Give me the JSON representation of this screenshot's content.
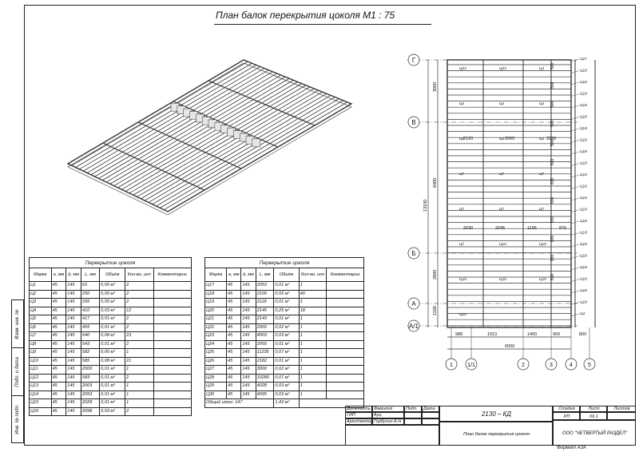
{
  "title": "План балок перекрытия цоколя  М1 : 75",
  "side_labels": [
    "Инв. № подл.",
    "Подп. и дата",
    "Взам. инв. №"
  ],
  "table1": {
    "caption": "Перекрытие цоколя",
    "headers": [
      "Марка",
      "a, мм",
      "b, мм",
      "L, мм",
      "Объём",
      "Кол-во, шт",
      "Комментарии"
    ],
    "rows": [
      [
        "Ц1",
        "45",
        "145",
        "65",
        "0,00 м³",
        "2",
        ""
      ],
      [
        "Ц2",
        "45",
        "145",
        "250",
        "0,00 м³",
        "2",
        ""
      ],
      [
        "Ц3",
        "45",
        "145",
        "295",
        "0,00 м³",
        "2",
        ""
      ],
      [
        "Ц4",
        "45",
        "145",
        "410",
        "0,03 м³",
        "12",
        ""
      ],
      [
        "Ц5",
        "45",
        "145",
        "417",
        "0,01 м³",
        "2",
        ""
      ],
      [
        "Ц6",
        "45",
        "145",
        "455",
        "0,01 м³",
        "2",
        ""
      ],
      [
        "Ц7",
        "45",
        "145",
        "540",
        "0,08 м³",
        "23",
        ""
      ],
      [
        "Ц8",
        "45",
        "145",
        "543",
        "0,01 м³",
        "2",
        ""
      ],
      [
        "Ц9",
        "45",
        "145",
        "582",
        "0,00 м³",
        "1",
        ""
      ],
      [
        "Ц10",
        "45",
        "145",
        "585",
        "0,08 м³",
        "21",
        ""
      ],
      [
        "Ц11",
        "45",
        "145",
        "2000",
        "0,01 м³",
        "1",
        ""
      ],
      [
        "Ц12",
        "45",
        "145",
        "583",
        "0,01 м³",
        "2",
        ""
      ],
      [
        "Ц13",
        "45",
        "145",
        "2003",
        "0,01 м³",
        "1",
        ""
      ],
      [
        "Ц14",
        "45",
        "145",
        "2053",
        "0,01 м³",
        "1",
        ""
      ],
      [
        "Ц15",
        "45",
        "145",
        "2028",
        "0,01 м³",
        "1",
        ""
      ],
      [
        "Ц16",
        "45",
        "145",
        "2098",
        "0,03 м³",
        "2",
        ""
      ]
    ]
  },
  "table2": {
    "caption": "Перекрытие цоколя",
    "headers": [
      "Марка",
      "a, мм",
      "b, мм",
      "L, мм",
      "Объём",
      "Кол-во, шт",
      "Комментарии"
    ],
    "rows": [
      [
        "Ц17",
        "45",
        "145",
        "2053",
        "0,01 м³",
        "1",
        ""
      ],
      [
        "Ц18",
        "45",
        "145",
        "2100",
        "0,55 м³",
        "40",
        ""
      ],
      [
        "Ц19",
        "45",
        "145",
        "2118",
        "0,01 м³",
        "1",
        ""
      ],
      [
        "Ц20",
        "45",
        "145",
        "2145",
        "0,25 м³",
        "18",
        ""
      ],
      [
        "Ц21",
        "45",
        "145",
        "2143",
        "0,01 м³",
        "1",
        ""
      ],
      [
        "Ц22",
        "45",
        "145",
        "2955",
        "0,02 м³",
        "1",
        ""
      ],
      [
        "Ц23",
        "45",
        "145",
        "4003",
        "0,03 м³",
        "1",
        ""
      ],
      [
        "Ц24",
        "45",
        "145",
        "2050",
        "0,01 м³",
        "1",
        ""
      ],
      [
        "Ц25",
        "45",
        "145",
        "11235",
        "0,07 м³",
        "1",
        ""
      ],
      [
        "Ц26",
        "45",
        "145",
        "2182",
        "0,01 м³",
        "1",
        ""
      ],
      [
        "Ц27",
        "45",
        "145",
        "3000",
        "0,02 м³",
        "1",
        ""
      ],
      [
        "Ц28",
        "45",
        "145",
        "10280",
        "0,07 м³",
        "1",
        ""
      ],
      [
        "Ц29",
        "45",
        "145",
        "4028",
        "0,03 м³",
        "1",
        ""
      ],
      [
        "Ц30",
        "45",
        "145",
        "4095",
        "0,03 м³",
        "1",
        ""
      ]
    ],
    "total": [
      "Общий итог: 147",
      "1,43 м³"
    ]
  },
  "plan": {
    "axes_left": [
      "Г",
      "В",
      "Б",
      "А",
      "А/1"
    ],
    "axes_bottom": [
      "1",
      "1/1",
      "2",
      "3",
      "4",
      "5"
    ],
    "dims_bottom": [
      "988",
      "1913",
      "1400",
      "900",
      "800"
    ],
    "dim_total": "6000",
    "dims_left": [
      "3000",
      "6400",
      "2600",
      "1100"
    ],
    "dim_left_total": "13100",
    "dims_mid": [
      "2120",
      "2000",
      "2026"
    ],
    "dims_low": [
      "2030",
      "2045",
      "1195",
      "876"
    ],
    "dims_right": [
      "500",
      "500",
      "500",
      "500",
      "500",
      "630",
      "630",
      "630",
      "630",
      "630",
      "630",
      "630"
    ],
    "beam_marks_right": [
      "Ц27",
      "Ц18",
      "Ц18",
      "Ц18",
      "Ц18",
      "Ц18",
      "Ц18",
      "Ц18",
      "Ц18",
      "Ц18",
      "Ц18",
      "Ц18",
      "Ц18",
      "Ц18",
      "Ц18",
      "Ц18",
      "Ц18",
      "Ц18",
      "Ц18",
      "Ц18",
      "Ц18",
      "Ц18",
      "Ц4"
    ],
    "beam_marks_inner": [
      "Ц22",
      "Ц23",
      "Ц4",
      "Ц4",
      "Ц4",
      "Ц4",
      "Ц4",
      "Ц4",
      "Ц4",
      "Ц7",
      "Ц7",
      "Ц7",
      "Ц7",
      "Ц7",
      "Ц7",
      "Ц7",
      "Ц10",
      "Ц10",
      "Ц10",
      "Ц10",
      "Ц10",
      "Ц10"
    ]
  },
  "stamp": {
    "roles": [
      "Должность",
      "ГИП",
      "Архитектор"
    ],
    "names": [
      "Фамилия",
      "Ауц",
      "Горбулин А.Н"
    ],
    "sign": "Подп.",
    "date": "Дата",
    "code": "2130 – КД",
    "sheet_name": "План балок перекрытия цоколя",
    "stage_label": "Стадия",
    "stage": "РП",
    "sheet_label": "Лист",
    "sheet": "06.1",
    "sheets_label": "Листов",
    "company": "ООО \"ЧЕТВЕРТЫЙ РАЗДЕЛ\""
  },
  "format": "Формат А3А"
}
